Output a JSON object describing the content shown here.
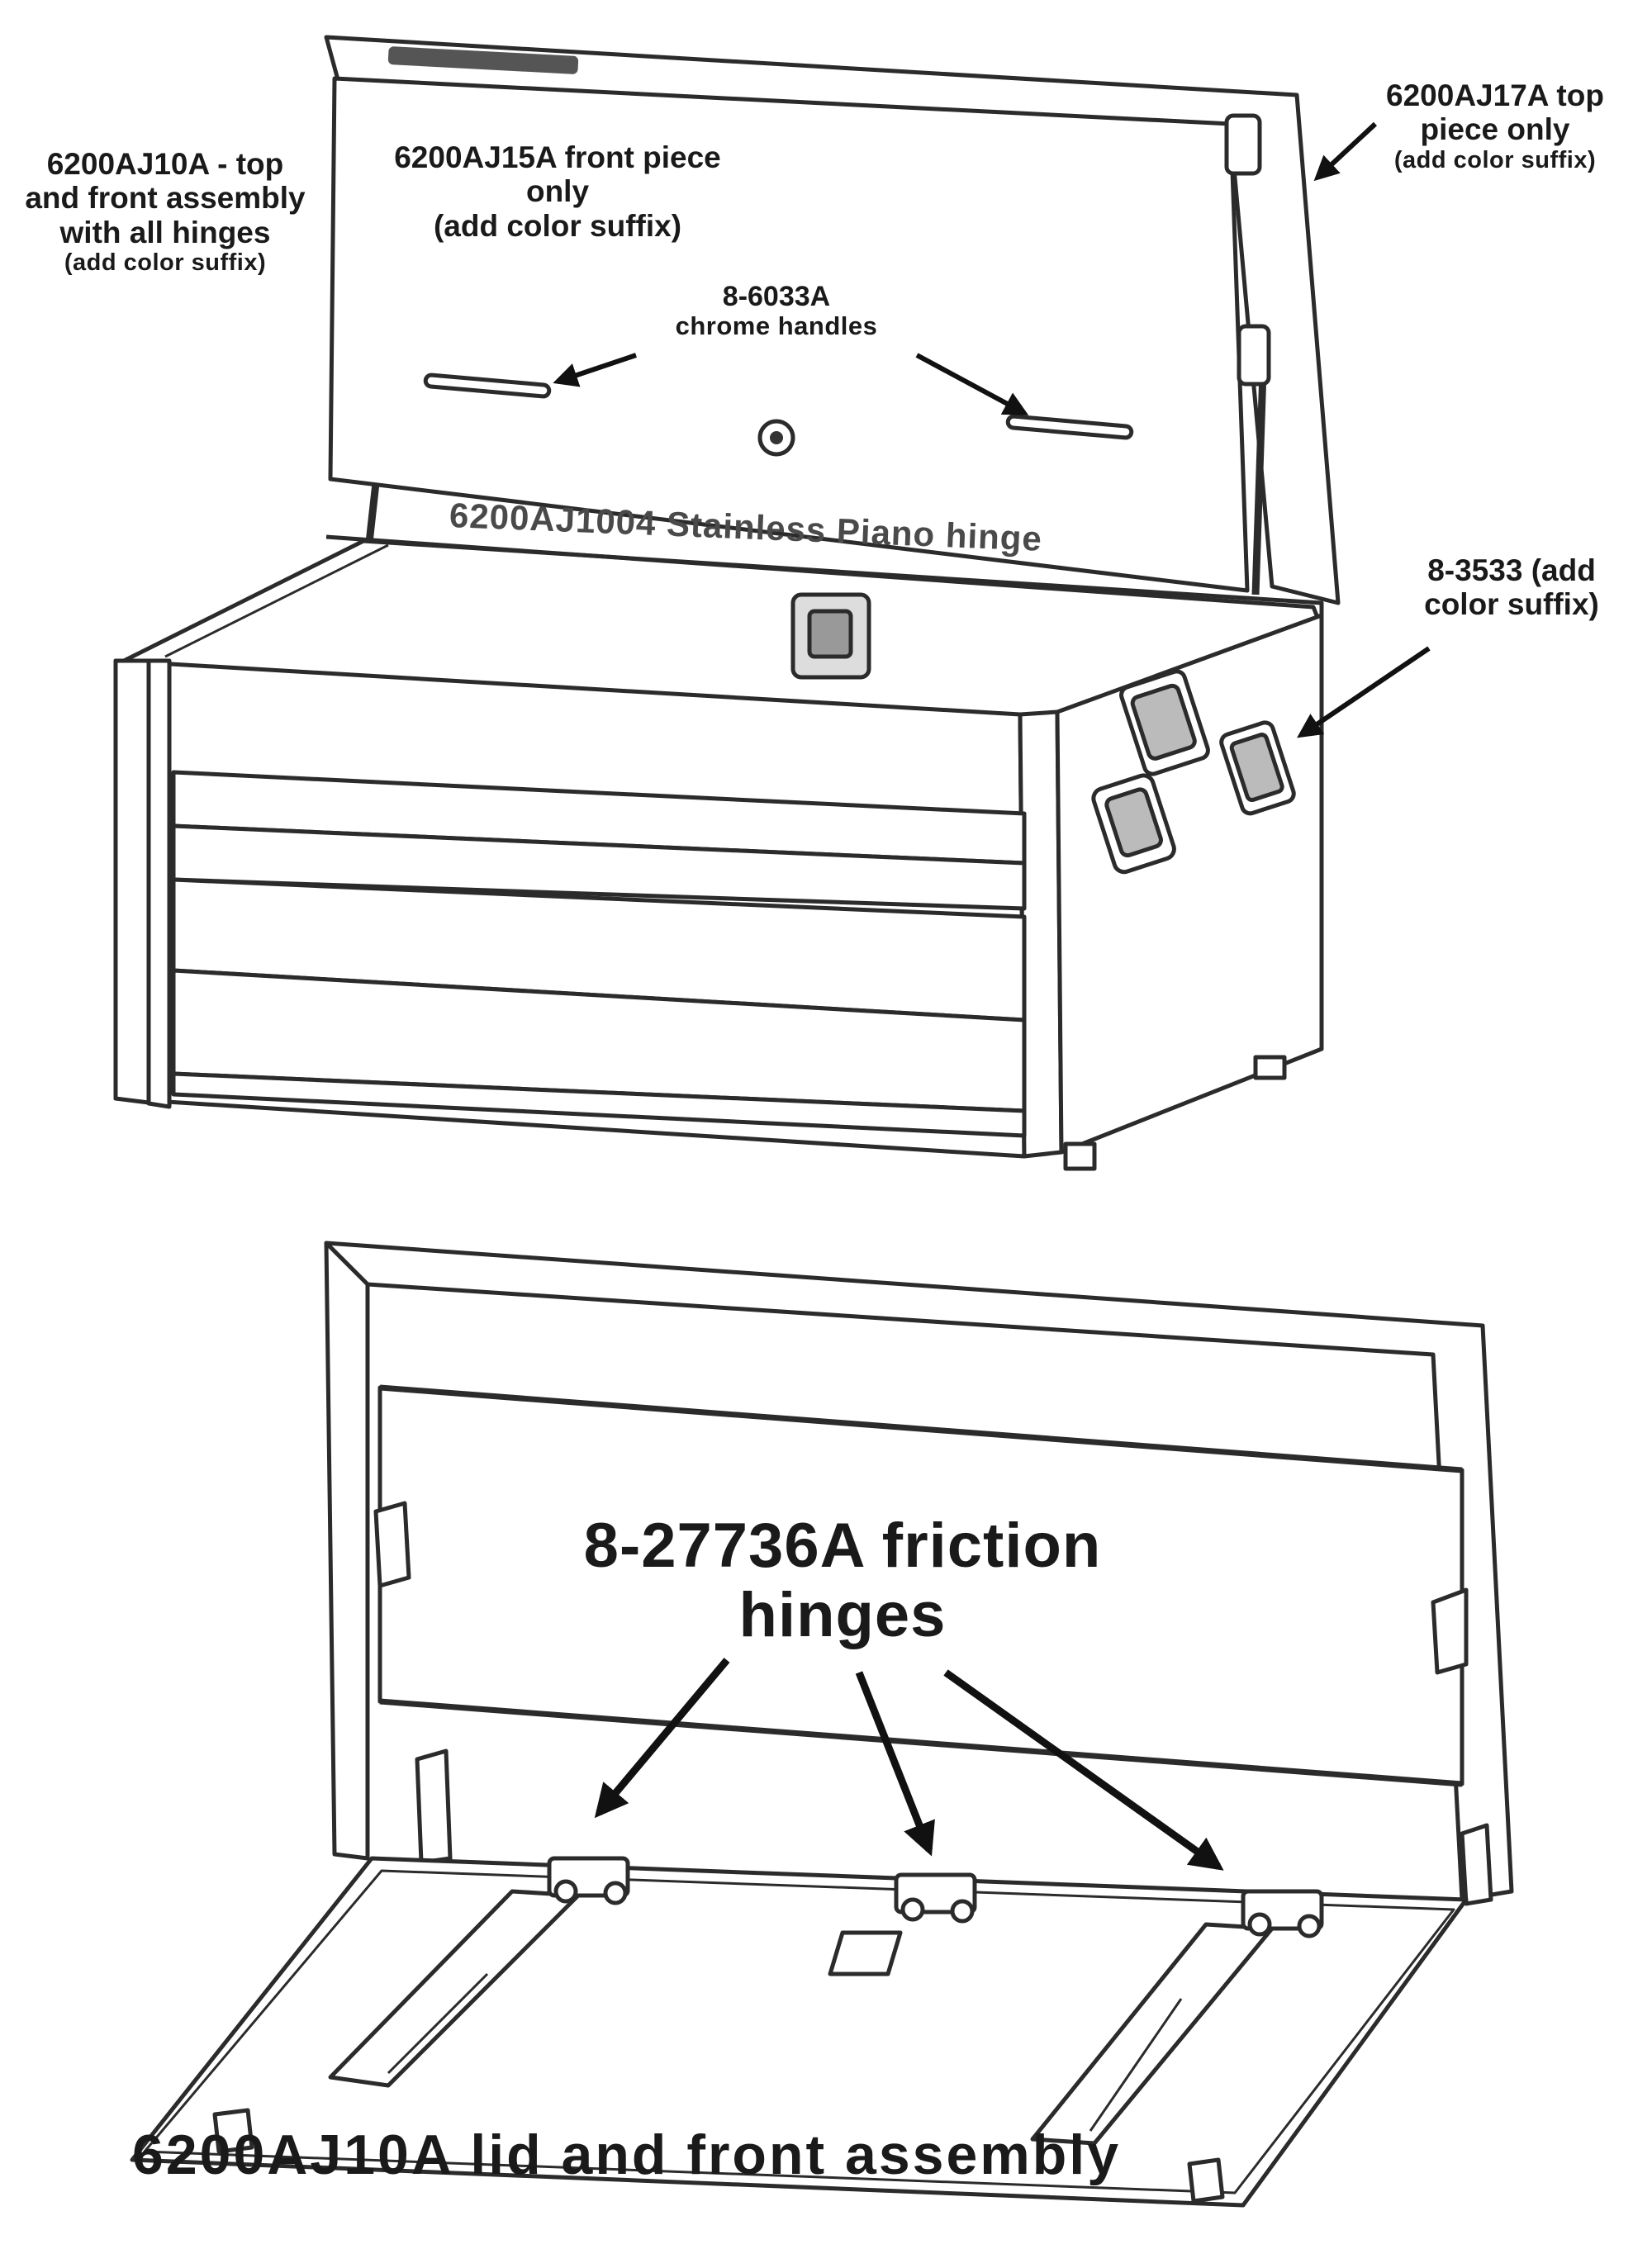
{
  "labels": {
    "top_front_assembly": "6200AJ10A - top and front assembly with all hinges",
    "top_front_assembly_suffix": "(add color suffix)",
    "front_piece": "6200AJ15A front piece only",
    "front_piece_suffix": "(add color suffix)",
    "handles_part": "8-6033A",
    "handles_desc": "chrome handles",
    "top_piece": "6200AJ17A top piece only",
    "top_piece_suffix": "(add color suffix)",
    "piano_hinge": "6200AJ1004 Stainless Piano hinge",
    "side_handle": "8-3533 (add color suffix)",
    "friction_hinges": "8-27736A friction hinges",
    "caption": "6200AJ10A lid and front assembly"
  },
  "colors": {
    "line": "#2b2b2b",
    "fill": "#ffffff",
    "text": "#1a1a1a"
  }
}
